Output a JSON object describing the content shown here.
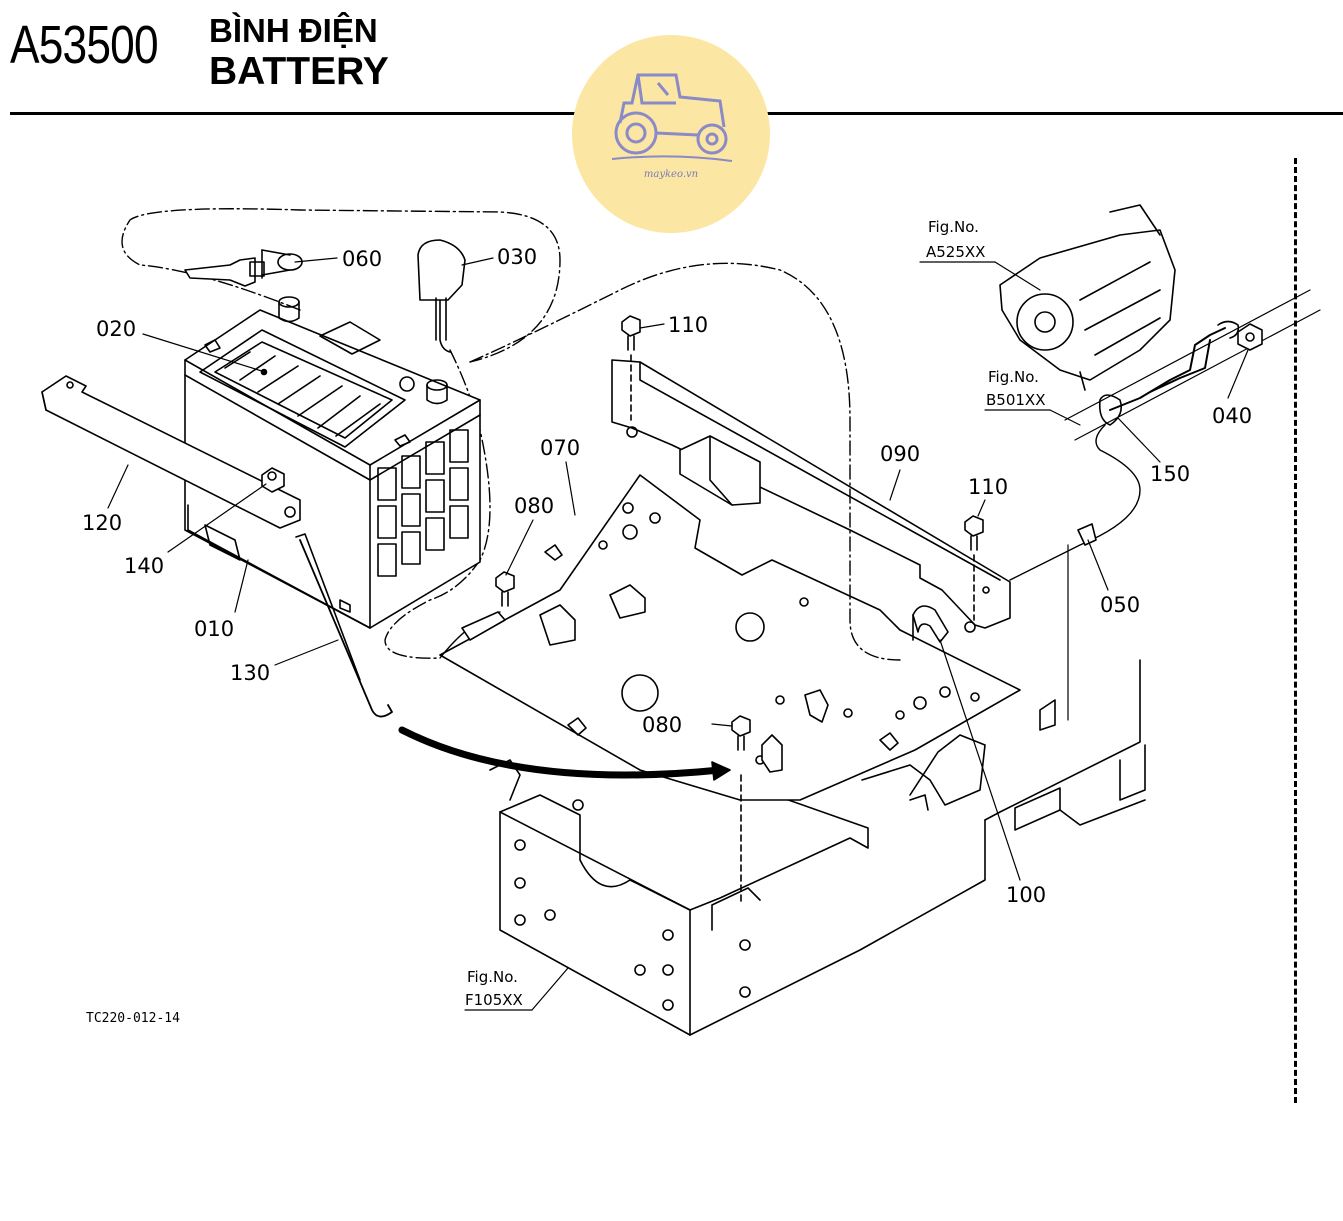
{
  "header": {
    "code": "A53500",
    "title_vn": "BÌNH ĐIỆN",
    "title_en": "BATTERY"
  },
  "logo": {
    "icon": "tractor-icon",
    "text": "maykeo.vn",
    "color": "#fbe7a3"
  },
  "parts": [
    {
      "number": "060"
    },
    {
      "number": "030"
    },
    {
      "number": "020"
    },
    {
      "number": "110"
    },
    {
      "number": "070"
    },
    {
      "number": "090"
    },
    {
      "number": "080"
    },
    {
      "number": "120"
    },
    {
      "number": "140"
    },
    {
      "number": "010"
    },
    {
      "number": "130"
    },
    {
      "number": "080"
    },
    {
      "number": "110"
    },
    {
      "number": "050"
    },
    {
      "number": "100"
    },
    {
      "number": "040"
    },
    {
      "number": "150"
    }
  ],
  "figure_refs": [
    {
      "label": "Fig.No.",
      "code": "A525XX"
    },
    {
      "label": "Fig.No.",
      "code": "B501XX"
    },
    {
      "label": "Fig.No.",
      "code": "F105XX"
    }
  ],
  "drawing_id": "TC220-012-14"
}
